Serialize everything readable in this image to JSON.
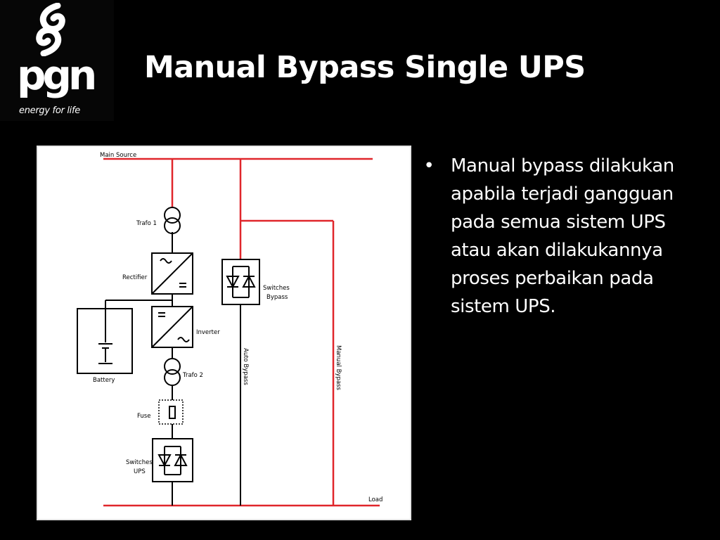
{
  "logo": {
    "wordmark": "pgn",
    "tagline": "energy for life"
  },
  "slide": {
    "title": "Manual Bypass Single UPS",
    "bullets": [
      "Manual bypass dilakukan apabila terjadi gangguan pada semua sistem UPS atau akan dilakukannya proses perbaikan pada sistem UPS."
    ]
  },
  "diagram": {
    "labels": {
      "main_source": "Main Source",
      "trafo1": "Trafo 1",
      "rectifier": "Rectifier",
      "inverter": "Inverter",
      "battery": "Battery",
      "trafo2": "Trafo 2",
      "fuse": "Fuse",
      "switches_ups_line1": "Switches",
      "switches_ups_line2": "UPS",
      "switches_bypass_line1": "Switches",
      "switches_bypass_line2": "Bypass",
      "auto_bypass": "Auto Bypass",
      "manual_bypass": "Manual Bypass",
      "load": "Load"
    },
    "colors": {
      "power_line": "#e0262b",
      "wire": "#000000"
    }
  },
  "colors": {
    "background": "#000000",
    "text": "#ffffff"
  }
}
